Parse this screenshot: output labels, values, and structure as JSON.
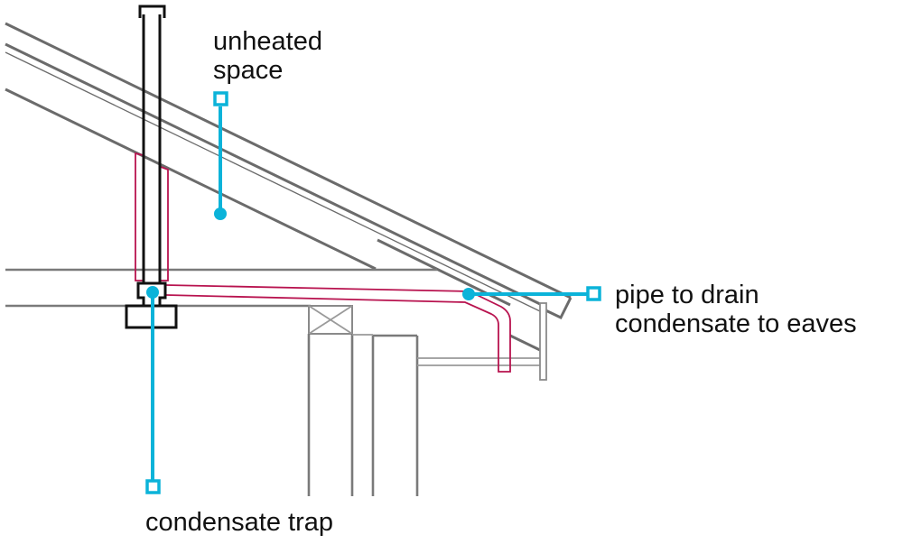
{
  "diagram": {
    "title": "Condensing boiler flue and condensate drain through roof space",
    "colors": {
      "callout": "#0bb3d9",
      "pipe": "#b8134f",
      "structure": "#6b6b6b",
      "flue": "#111111",
      "text": "#111111"
    },
    "labels": {
      "unheated_space": [
        "unheated",
        "space"
      ],
      "pipe_to_drain": [
        "pipe to drain",
        "condensate to eaves"
      ],
      "condensate_trap": "condensate trap"
    }
  }
}
